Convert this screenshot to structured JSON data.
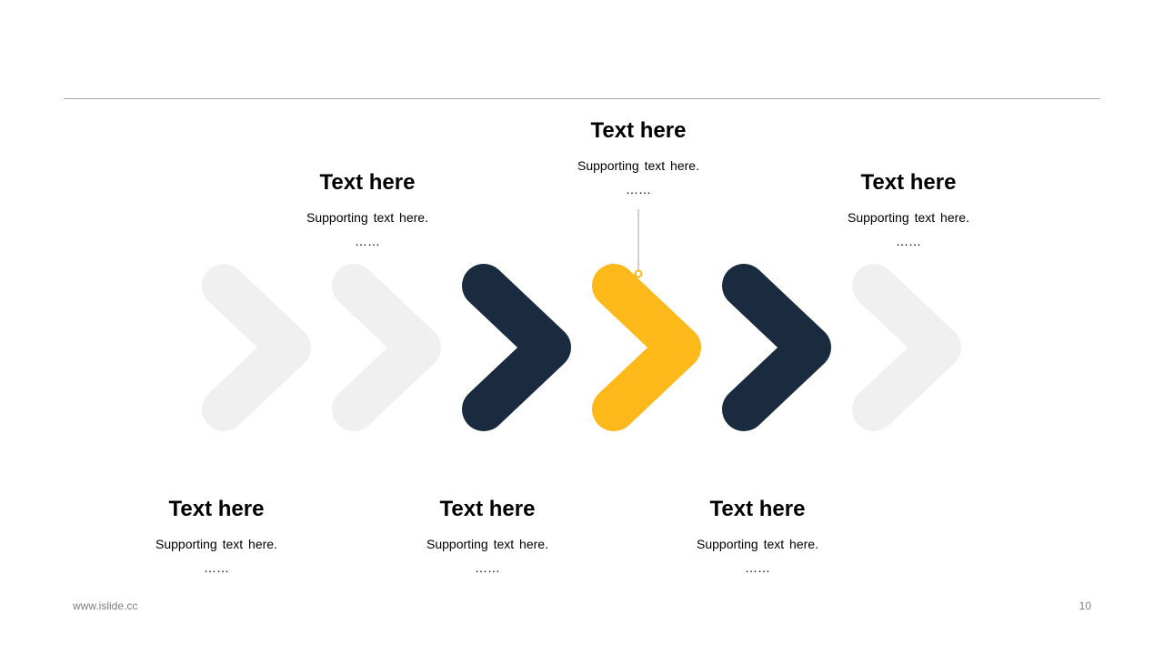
{
  "colors": {
    "light": "#f0f0f0",
    "dark": "#1a2b40",
    "accent": "#fdb81a",
    "rule": "#a6a6a6",
    "footer": "#7f7f7f"
  },
  "steps": [
    {
      "shade": "light"
    },
    {
      "shade": "light",
      "title": "Text here",
      "subtitle": "Supporting text here.",
      "dots": "……"
    },
    {
      "shade": "dark",
      "title": "Text here",
      "subtitle": "Supporting text here.",
      "dots": "……"
    },
    {
      "shade": "accent",
      "title": "Text here",
      "subtitle": "Supporting text here.",
      "dots": "……"
    },
    {
      "shade": "dark",
      "title": "Text here",
      "subtitle": "Supporting text here.",
      "dots": "……"
    },
    {
      "shade": "light",
      "title": "Text here",
      "subtitle": "Supporting text here.",
      "dots": "……"
    }
  ],
  "bottom_blocks": [
    {
      "title": "Text here",
      "subtitle": "Supporting text here.",
      "dots": "……"
    }
  ],
  "footer": {
    "url": "www.islide.cc",
    "page": "10"
  }
}
